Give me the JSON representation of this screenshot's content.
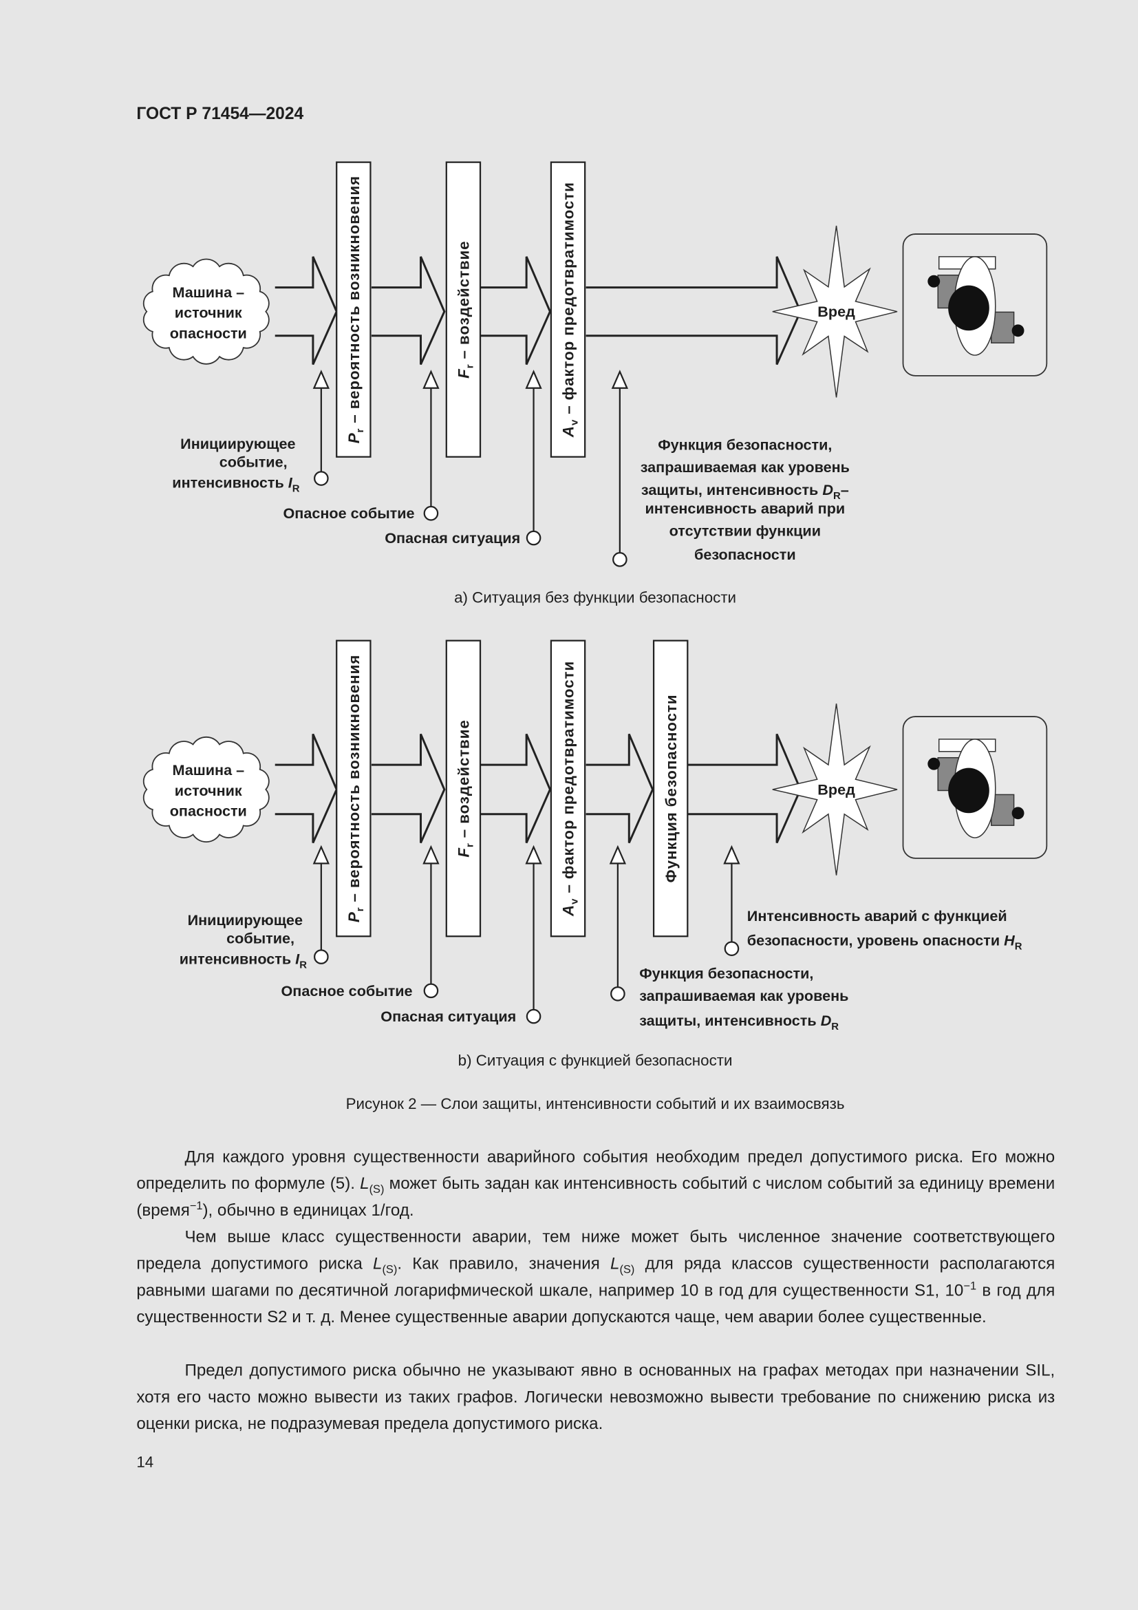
{
  "header": "ГОСТ Р 71454—2024",
  "diagram_a": {
    "source": [
      "Машина –",
      "источник",
      "опасности"
    ],
    "bars": [
      {
        "sym": "P",
        "sub": "r",
        "text": " – вероятность  возникновения"
      },
      {
        "sym": "F",
        "sub": "r",
        "text": " – воздействие"
      },
      {
        "sym": "A",
        "sub": "v",
        "text": " – фактор  предотвратимости"
      }
    ],
    "harm": "Вред",
    "initiating": [
      "Инициирующее",
      "событие,",
      "интенсивность ",
      "I",
      "R"
    ],
    "hazard_event": "Опасное событие",
    "hazard_situation": "Опасная ситуация",
    "safety_function": [
      "Функция безопасности,",
      "запрашиваемая как уровень",
      "защиты, интенсивность ",
      "D",
      "R",
      "–",
      "интенсивность аварий при",
      "отсутствии функции",
      "безопасности"
    ],
    "caption": "a)  Ситуация без функции безопасности"
  },
  "diagram_b": {
    "source": [
      "Машина –",
      "источник",
      "опасности"
    ],
    "bars": [
      {
        "sym": "P",
        "sub": "r",
        "text": " – вероятность  возникновения"
      },
      {
        "sym": "F",
        "sub": "r",
        "text": " – воздействие"
      },
      {
        "sym": "A",
        "sub": "v",
        "text": " – фактор  предотвратимости"
      },
      {
        "sym": "",
        "sub": "",
        "text": "Функция безопасности"
      }
    ],
    "harm": "Вред",
    "initiating": [
      "Инициирующее",
      "событие,",
      "интенсивность ",
      "I",
      "R"
    ],
    "hazard_event": "Опасное событие",
    "hazard_situation": "Опасная ситуация",
    "safety_function": [
      "Функция безопасности,",
      "запрашиваемая как уровень",
      "защиты, интенсивность ",
      "D",
      "R"
    ],
    "residual": [
      "Интенсивность аварий с  функцией",
      "безопасности, уровень опасности ",
      "H",
      "R"
    ],
    "caption": "b)  Ситуация с функцией безопасности"
  },
  "figure_caption": "Рисунок 2 — Слои защиты, интенсивности событий и их взаимосвязь",
  "paragraphs": [
    [
      {
        "t": "Для каждого уровня существенности аварийного события необходим предел допустимого риска. Его можно определить по формуле (5). "
      },
      {
        "t": "L",
        "i": true
      },
      {
        "t": "(S)",
        "sub": true
      },
      {
        "t": " может быть задан как интенсивность событий с числом со­бытий за единицу времени (время"
      },
      {
        "t": "−1",
        "sup": true
      },
      {
        "t": "), обычно в единицах 1/год."
      }
    ],
    [
      {
        "t": "Чем выше класс существенности аварии, тем ниже может быть численное значение соответству­ющего предела допустимого риска "
      },
      {
        "t": "L",
        "i": true
      },
      {
        "t": "(S)",
        "sub": true
      },
      {
        "t": ". Как правило, значения "
      },
      {
        "t": "L",
        "i": true
      },
      {
        "t": "(S)",
        "sub": true
      },
      {
        "t": " для ряда классов существенности располагаются равными шагами по десятичной логарифмической шкале, например 10 в год для су­щественности S1, 10"
      },
      {
        "t": "−1",
        "sup": true
      },
      {
        "t": " в год для существенности S2 и т. д. Менее существенные аварии допускаются чаще, чем аварии более существенные."
      }
    ],
    [
      {
        "t": "Предел допустимого риска обычно не указывают явно в основанных на графах методах при назна­чении SIL, хотя его часто можно вывести из таких графов. Логически невозможно вывести требование по снижению риска из оценки риска, не подразумевая предела допустимого риска."
      }
    ]
  ],
  "page_number": "14"
}
